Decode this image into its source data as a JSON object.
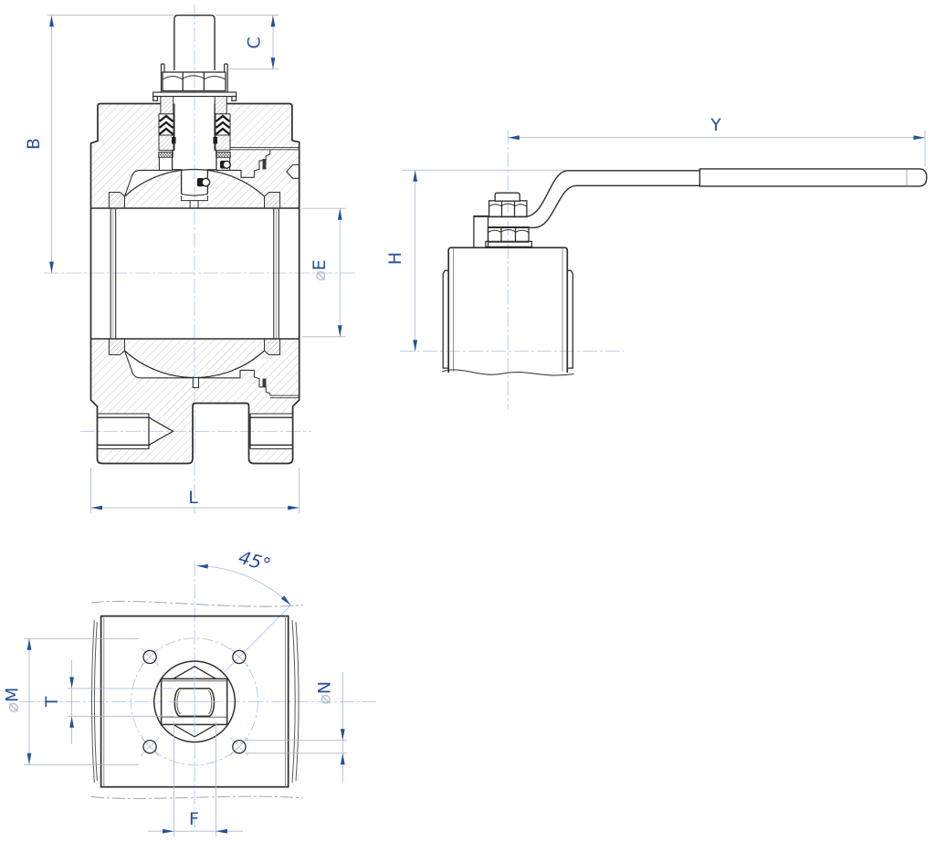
{
  "drawing": {
    "type": "engineering-drawing",
    "subject": "ball valve - sectioned front view, side view with lever handle, bottom view with square drive and bolt circle",
    "background": "#ffffff",
    "colors": {
      "geometry": "#2e2e2e",
      "hatch": "#b4b4b4",
      "hatch_dense": "#8c8c8c",
      "dimension_blue": "#27509b",
      "dim_line": "#a9b6c9",
      "centerline": "#a9bedd",
      "phantom": "#93a0b4",
      "symbol_light": "#b3bed2"
    },
    "views": {
      "front_section": {
        "dims": {
          "B": {
            "label": "B"
          },
          "C": {
            "label": "C"
          },
          "E": {
            "label": "E",
            "prefix": "⌀"
          },
          "L": {
            "label": "L"
          }
        }
      },
      "side": {
        "dims": {
          "Y": {
            "label": "Y"
          },
          "H": {
            "label": "H"
          }
        }
      },
      "bottom": {
        "dims": {
          "M": {
            "label": "M",
            "prefix": "⌀"
          },
          "T": {
            "label": "T"
          },
          "N": {
            "label": "N",
            "prefix": "⌀"
          },
          "F": {
            "label": "F"
          },
          "angle": {
            "label": "45°"
          }
        }
      }
    }
  }
}
